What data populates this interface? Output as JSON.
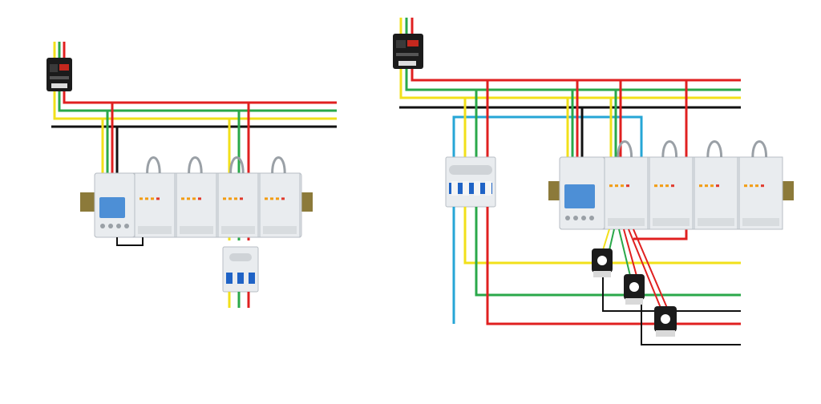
{
  "colors": {
    "wire_red": "#e02020",
    "wire_green": "#2aa84a",
    "wire_yellow": "#f2e01a",
    "wire_black": "#111111",
    "wire_blue": "#26a6d6",
    "device_body": "#e9ecef",
    "device_edge": "#b8bec4",
    "din_rail": "#8c7a3a",
    "lcd": "#4d8fd6",
    "breaker_blue": "#1f63c6",
    "breaker_black": "#1b1b1b",
    "led_orange": "#f39c12",
    "led_red": "#e0392b"
  },
  "diagrams": [
    {
      "name": "left-wiring-diagram",
      "components": [
        "main-breaker",
        "power-bus",
        "multi-channel-meter",
        "three-pole-breaker"
      ],
      "meter_module_count": 4
    },
    {
      "name": "right-wiring-diagram",
      "components": [
        "main-breaker",
        "power-bus",
        "four-pole-breaker",
        "multi-channel-meter",
        "current-transformers"
      ],
      "meter_module_count": 4,
      "current_transformer_count": 3
    }
  ],
  "icons": [
    "breaker-icon",
    "meter-icon",
    "current-transformer-icon",
    "din-rail-icon"
  ]
}
